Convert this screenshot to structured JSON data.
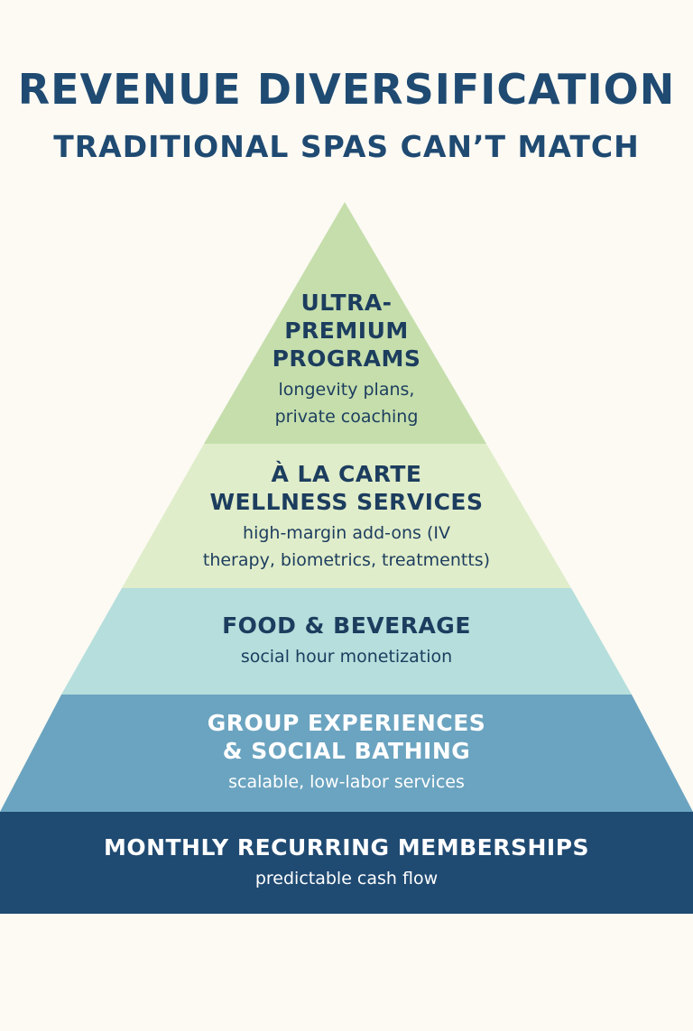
{
  "header": {
    "title": "REVENUE DIVERSIFICATION",
    "subtitle": "TRADITIONAL SPAS CAN’T MATCH"
  },
  "tiers": [
    {
      "heading": "ULTRA-\nPREMIUM\nPROGRAMS",
      "description": "longevity plans,\nprivate coaching",
      "color": "#c5deac"
    },
    {
      "heading": "À LA CARTE\nWELLNESS SERVICES",
      "description": "high-margin add-ons (IV\ntherapy, biometrics, treatmentts)",
      "color": "#e0edca"
    },
    {
      "heading": "FOOD & BEVERAGE",
      "description": "social hour monetization",
      "color": "#b5dedc"
    },
    {
      "heading": "GROUP EXPERIENCES\n& SOCIAL BATHING",
      "description": "scalable, low-labor services",
      "color": "#6ba4c0"
    },
    {
      "heading": "MONTHLY RECURRING MEMBERSHIPS",
      "description": "predictable cash flow",
      "color": "#1f4a72"
    }
  ]
}
